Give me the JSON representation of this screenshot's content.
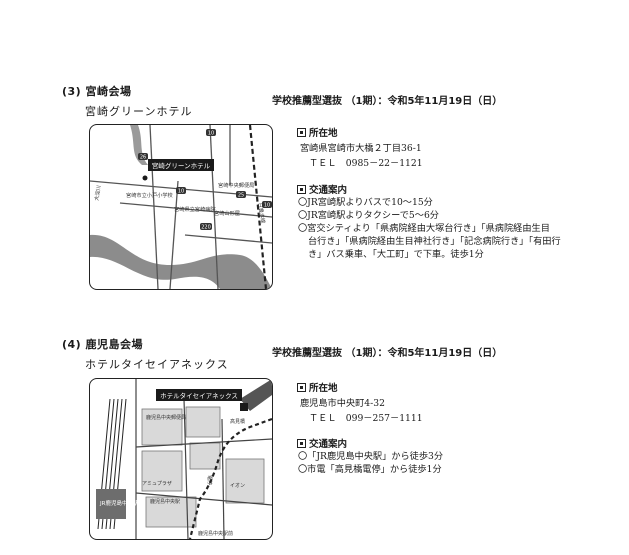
{
  "sections": [
    {
      "heading": "(3)  宮崎会場",
      "venue": "宮崎グリーンホテル",
      "exam": "学校推薦型選抜 （1期）：令和5年11月19日（日）",
      "address_label": "所在地",
      "address": "宮崎県宮崎市大橋２丁目36-1",
      "tel": "ＴＥＬ　0985－22－1121",
      "access_label": "交通案内",
      "access": [
        "〇JR宮崎駅よりバスで10～15分",
        "〇JR宮崎駅よりタクシーで5～6分",
        "〇宮交シティより「県病院経由大塚台行き」「県病院経由生目",
        "台行き」「県病院経由生目神社行き」「記念病院行き」「有田行",
        "き」バス乗車、「大工町」で下車。徒歩1分"
      ],
      "map": {
        "title": "宮崎グリーンホテル",
        "labels": [
          "宮崎市立小戸小学校",
          "宮崎県立宮崎病院",
          "宮崎中央郵便局",
          "宮崎山形屋",
          "日豊本線",
          "大淀川"
        ],
        "route_numbers": [
          "26",
          "10",
          "25",
          "220",
          "10",
          "10"
        ]
      }
    },
    {
      "heading": "(4)  鹿児島会場",
      "venue": "ホテルタイセイアネックス",
      "exam": "学校推薦型選抜 （1期）：令和5年11月19日（日）",
      "address_label": "所在地",
      "address": "鹿児島市中央町4-32",
      "tel": "ＴＥＬ　099－257－1111",
      "access_label": "交通案内",
      "access": [
        "〇「JR鹿児島中央駅」から徒歩3分",
        "〇市電「高見橋電停」から徒歩1分"
      ],
      "map": {
        "title": "ホテルタイセイアネックス",
        "labels": [
          "鹿児島中央郵便局",
          "高見橋",
          "アミュプラザ",
          "イオン",
          "鹿児島中央駅",
          "JR鹿児島中央駅",
          "電停",
          "鹿児島中央駅前"
        ]
      }
    }
  ]
}
